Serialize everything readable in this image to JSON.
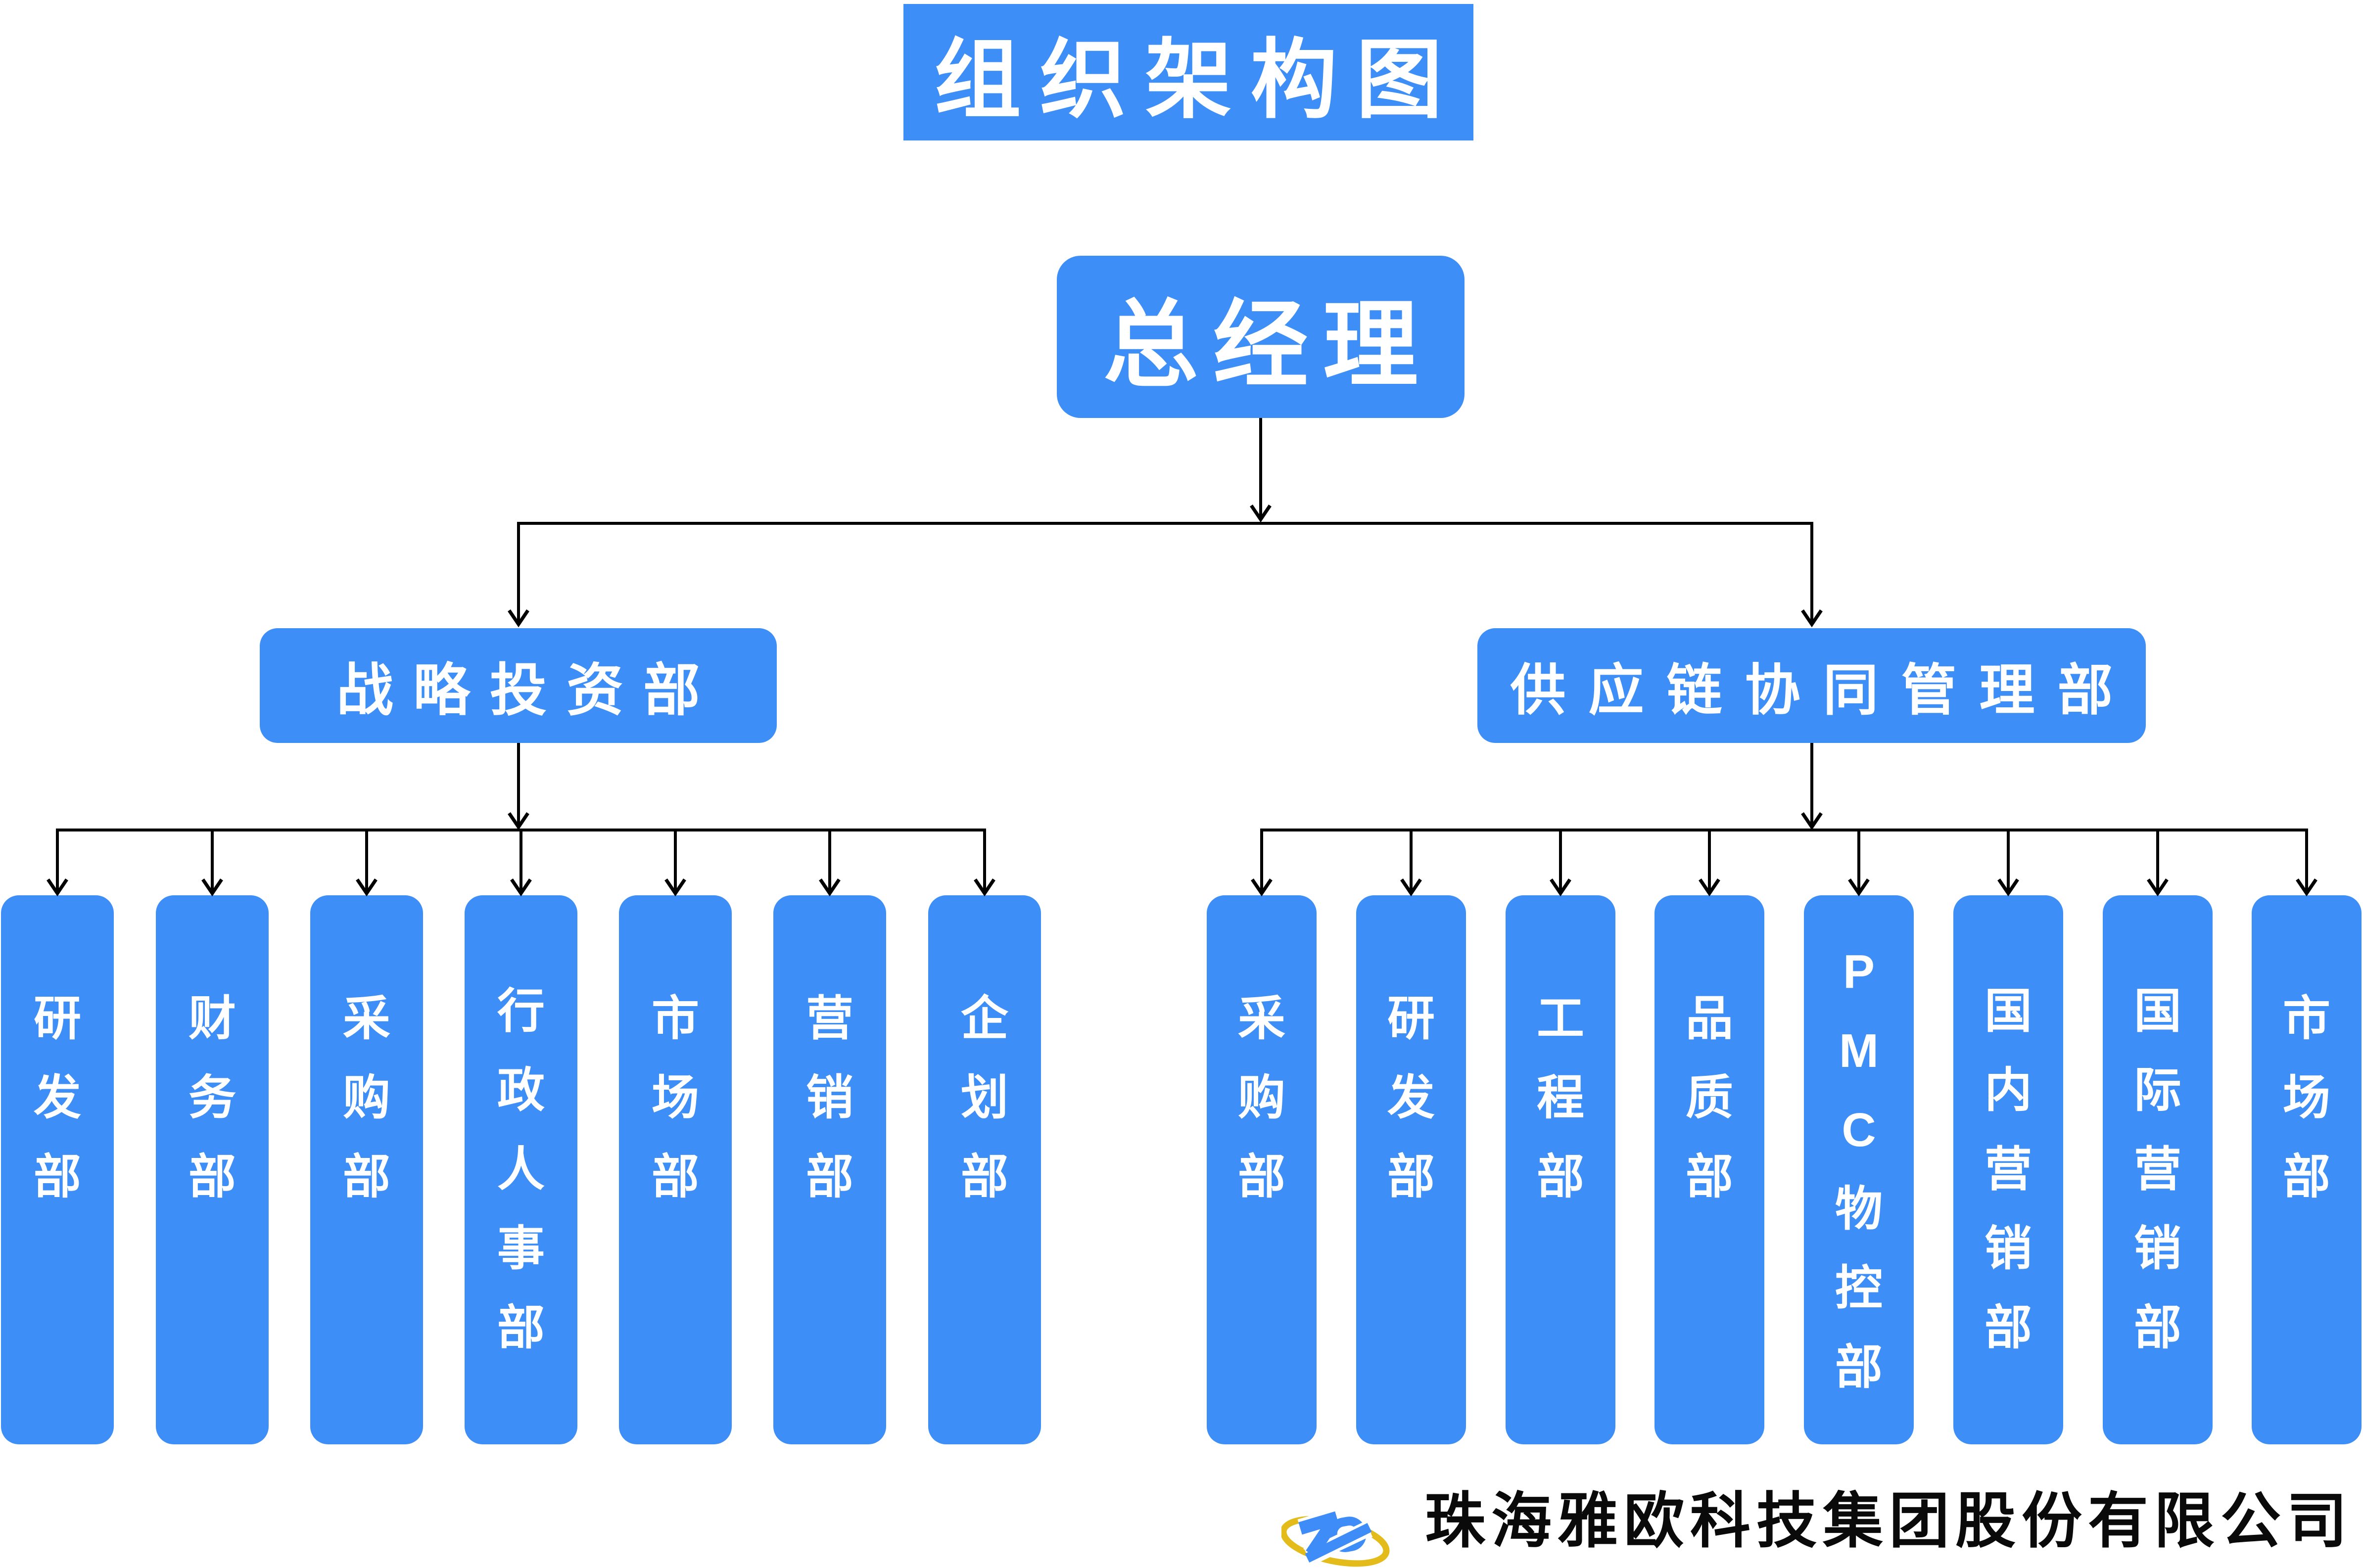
{
  "page": {
    "title": "组织架构图"
  },
  "org": {
    "root": "总经理",
    "left_branch": {
      "label": "战略投资部",
      "children": [
        "研发部",
        "财务部",
        "采购部",
        "行政人事部",
        "市场部",
        "营销部",
        "企划部"
      ]
    },
    "right_branch": {
      "label": "供应链协同管理部",
      "children": [
        "采购部",
        "研发部",
        "工程部",
        "品质部",
        "PMC物控部",
        "国内营销部",
        "国际营销部",
        "市场部"
      ]
    }
  },
  "footer": {
    "company_name": "珠海雅欧科技集团股份有限公司",
    "logo": "zo-orbit-logo"
  },
  "colors": {
    "node_blue": "#3E8EF7",
    "connector_black": "#000000",
    "logo_gold": "#E3BC1B",
    "logo_blue": "#3D8CF7",
    "company_text_black": "#0A0A0A",
    "node_text_white": "#FFFFFF"
  }
}
